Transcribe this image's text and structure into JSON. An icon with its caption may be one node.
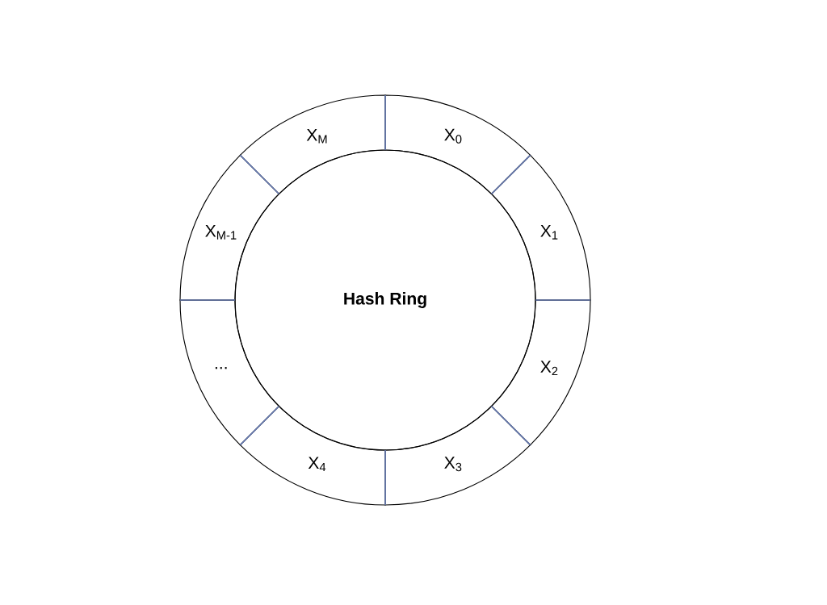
{
  "diagram": {
    "nodes": [
      {
        "text": [
          "Hash Ring"
        ]
      },
      {
        "text": [
          "X$_{0}$"
        ]
      },
      {
        "text": [
          "X$_{1}$"
        ]
      },
      {
        "text": [
          "X$_{2}$"
        ]
      },
      {
        "text": [
          "X$_{3}$"
        ]
      },
      {
        "text": [
          "X$_{4}$"
        ]
      },
      {
        "text": [
          "..."
        ]
      },
      {
        "text": [
          "X$_{M-1}$"
        ]
      },
      {
        "text": [
          "X$_{M}$"
        ]
      }
    ]
  }
}
